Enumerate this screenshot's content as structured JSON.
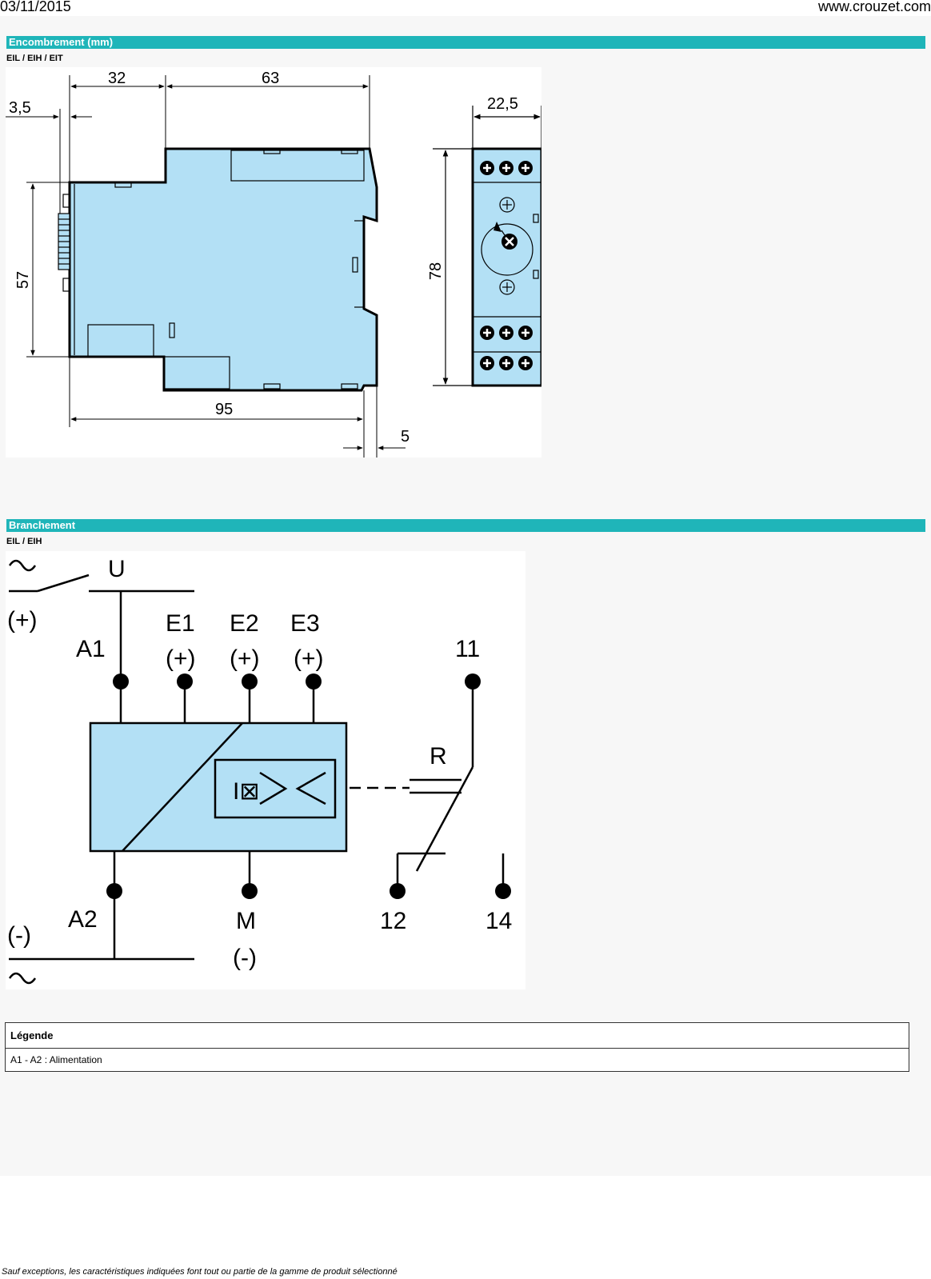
{
  "header": {
    "date": "03/11/2015",
    "site": "www.crouzet.com"
  },
  "sections": {
    "dimensions": {
      "title": "Encombrement (mm)",
      "subtitle": "EIL / EIH / EIT",
      "dims": {
        "d35": "3,5",
        "d32": "32",
        "d63": "63",
        "d57": "57",
        "d95": "95",
        "d5": "5",
        "d225": "22,5",
        "d78": "78"
      }
    },
    "wiring": {
      "title": "Branchement",
      "subtitle": "EIL / EIH",
      "labels": {
        "u": "U",
        "plus": "(+)",
        "a1": "A1",
        "e1": "E1",
        "e2": "E2",
        "e3": "E3",
        "e1p": "(+)",
        "e2p": "(+)",
        "e3p": "(+)",
        "t11": "11",
        "r": "R",
        "a2": "A2",
        "minus": "(-)",
        "m": "M",
        "mminus": "(-)",
        "t12": "12",
        "t14": "14",
        "relay": "I⊠"
      }
    }
  },
  "legend": {
    "header": "Légende",
    "rows": [
      "A1 - A2 : Alimentation"
    ]
  },
  "footer": "Sauf exceptions, les caractéristiques indiquées font tout ou partie de la gamme de produit sélectionné",
  "colors": {
    "accent": "#1fb5b9",
    "device": "#b3e0f5"
  }
}
